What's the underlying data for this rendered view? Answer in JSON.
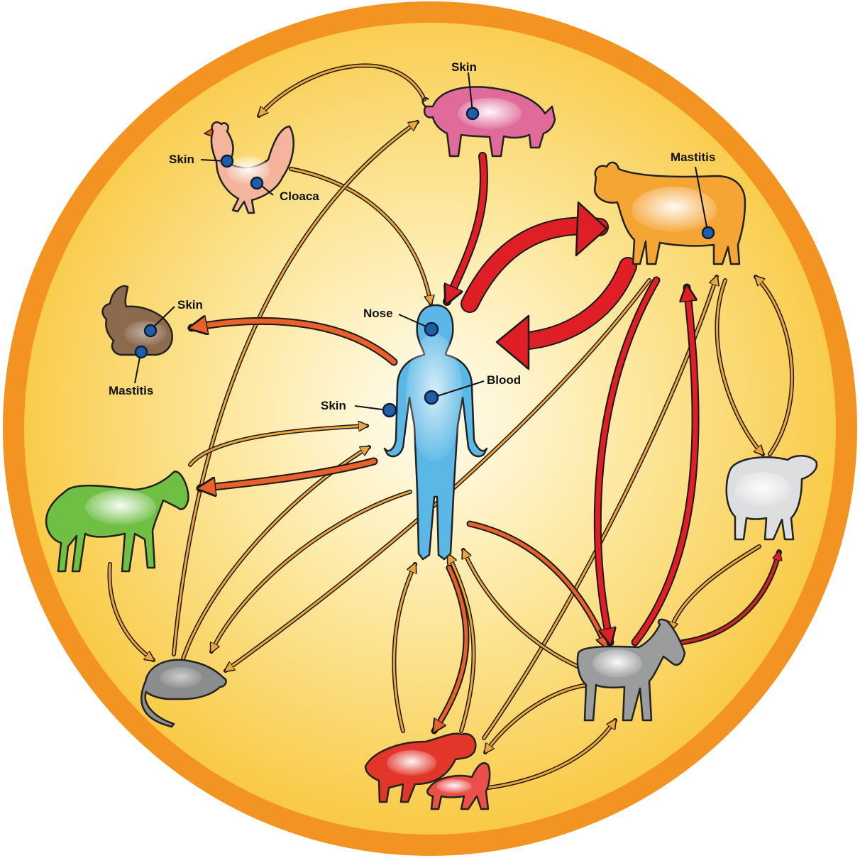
{
  "diagram": {
    "background_colors": {
      "ring": "#f39322",
      "inner_center": "#fffdf2",
      "inner_edge": "#f8c63a"
    },
    "hosts": [
      {
        "id": "human",
        "icon": "human-figure-icon",
        "color": "#5bb8e6"
      },
      {
        "id": "pig",
        "icon": "pig-icon",
        "color": "#e06a9a"
      },
      {
        "id": "chicken",
        "icon": "chicken-icon",
        "color": "#f2a58a"
      },
      {
        "id": "rabbit",
        "icon": "rabbit-icon",
        "color": "#8c6a4e"
      },
      {
        "id": "cow",
        "icon": "cow-icon",
        "color": "#f5a534"
      },
      {
        "id": "horse",
        "icon": "horse-icon",
        "color": "#6fbf45"
      },
      {
        "id": "sheep",
        "icon": "sheep-icon",
        "color": "#d8dadc"
      },
      {
        "id": "mouse",
        "icon": "mouse-icon",
        "color": "#8a8c8e"
      },
      {
        "id": "goat",
        "icon": "goat-icon",
        "color": "#9a9c9e"
      },
      {
        "id": "dog-cat",
        "icon": "dog-and-cat-icon",
        "color": "#e2362b"
      }
    ],
    "labels": {
      "pig_skin": "Skin",
      "chicken_skin": "Skin",
      "chicken_cloaca": "Cloaca",
      "cow_mastitis": "Mastitis",
      "rabbit_skin": "Skin",
      "rabbit_mastitis": "Mastitis",
      "human_nose": "Nose",
      "human_blood": "Blood",
      "human_skin": "Skin"
    },
    "arrow_colors": {
      "major": "#e01e25",
      "medium": "#e8602a",
      "minor": "#f0a53a",
      "outline": "#1a1a1a"
    }
  }
}
